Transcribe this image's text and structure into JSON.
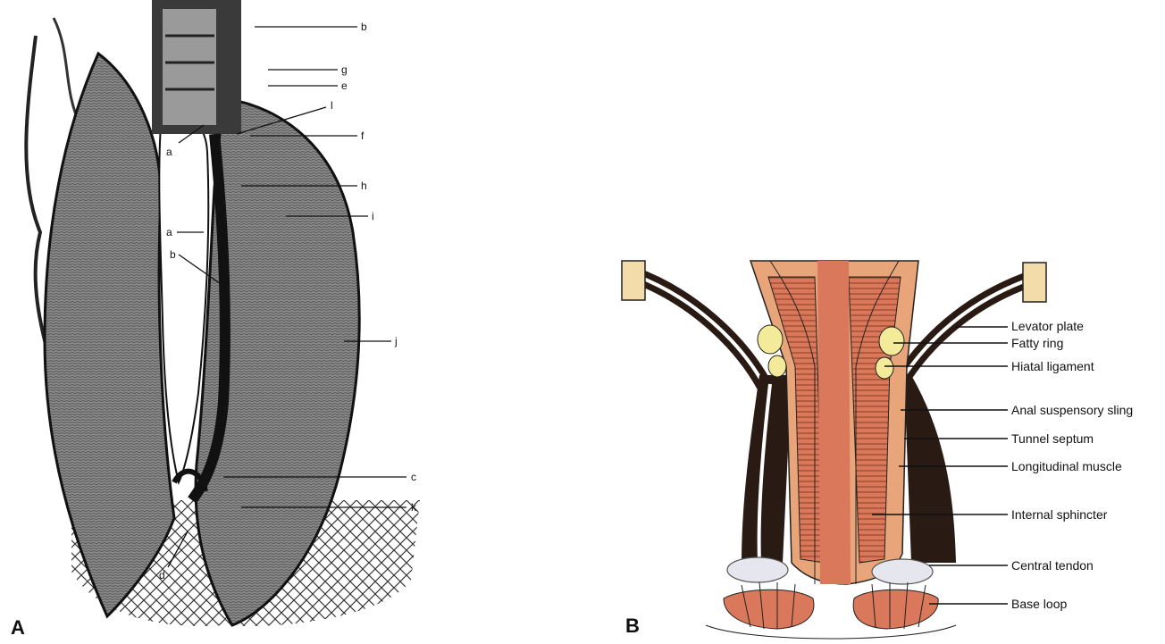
{
  "panel_a": {
    "letter": "A",
    "labels": {
      "b_top": "b",
      "g": "g",
      "e": "e",
      "l": "l",
      "f": "f",
      "a_upper": "a",
      "h": "h",
      "i": "i",
      "a_lower": "a",
      "b_lower": "b",
      "j": "j",
      "c": "c",
      "k": "k",
      "d": "d"
    }
  },
  "panel_b": {
    "letter": "B",
    "labels": {
      "levator_plate": "Levator plate",
      "fatty_ring": "Fatty ring",
      "hiatal_ligament": "Hiatal ligament",
      "anal_suspensory_sling": "Anal suspensory sling",
      "tunnel_septum": "Tunnel septum",
      "longitudinal_muscle": "Longitudinal muscle",
      "internal_sphincter": "Internal sphincter",
      "central_tendon": "Central tendon",
      "base_loop": "Base loop"
    },
    "colors": {
      "muscle": "#d9785a",
      "muscle_light": "#e8a57a",
      "dark_layer": "#2a1a14",
      "fat": "#f3ea9a",
      "tendon": "#e6e6ee",
      "plate_end": "#f3dcaa"
    }
  }
}
